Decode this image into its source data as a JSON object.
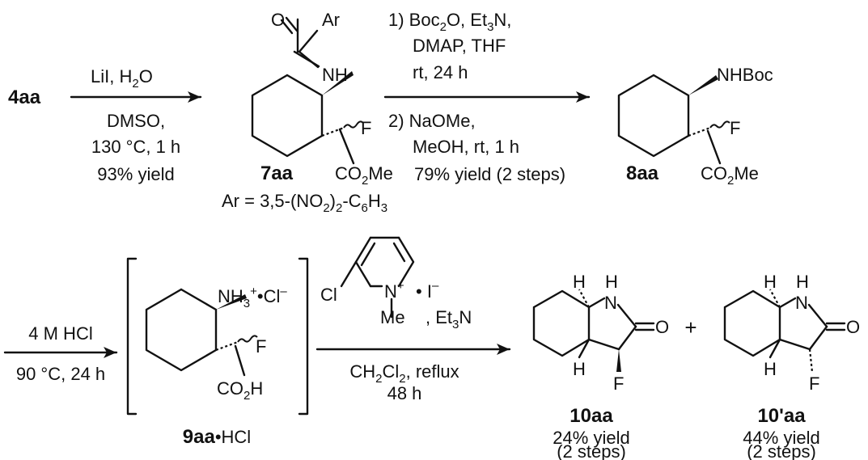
{
  "step1": {
    "start": "4aa",
    "above": [
      "LiI, H",
      "2",
      "O"
    ],
    "below": [
      "DMSO,",
      "130 °C, 1 h",
      "93% yield"
    ]
  },
  "cmpd7aa": {
    "label": "7aa",
    "atoms": {
      "O": "O",
      "Ar": "Ar",
      "NH": "NH",
      "F": "F",
      "CO2Me": [
        "CO",
        "2",
        "Me"
      ]
    },
    "ar_def": [
      "Ar = 3,5-(NO",
      "2",
      ")",
      "2",
      "-C",
      "6",
      "H",
      "3"
    ]
  },
  "step2": {
    "l1": [
      "1) Boc",
      "2",
      "O, Et",
      "3",
      "N,"
    ],
    "l2": "DMAP, THF",
    "l3": "rt, 24 h",
    "l4": "2) NaOMe,",
    "l5": "MeOH, rt, 1 h",
    "l6": "79% yield (2 steps)"
  },
  "cmpd8aa": {
    "label": "8aa",
    "atoms": {
      "NHBoc": "NHBoc",
      "F": "F",
      "CO2Me": [
        "CO",
        "2",
        "Me"
      ]
    }
  },
  "step3": {
    "above": "4 M HCl",
    "below": "90 °C, 24 h"
  },
  "cmpd9aa": {
    "label": [
      "9aa",
      "•HCl"
    ],
    "atoms": {
      "NH3Cl": [
        "NH",
        "3",
        "+",
        "•Cl",
        "–"
      ],
      "F": "F",
      "CO2H": [
        "CO",
        "2",
        "H"
      ]
    }
  },
  "step4": {
    "reagent": {
      "Cl": "Cl",
      "N": "N",
      "plus": "+",
      "iodide": "• I",
      "minus": "–",
      "Me": "Me",
      "et3n": [
        ", Et",
        "3",
        "N"
      ]
    },
    "below1": [
      "CH",
      "2",
      "Cl",
      "2",
      ", reflux"
    ],
    "below2": "48 h"
  },
  "plus_sign": "+",
  "cmpd10aa": {
    "label": "10aa",
    "yield": "24% yield",
    "steps": "(2 steps)",
    "atoms": {
      "H1": "H",
      "H2": "H",
      "NH_H": "H",
      "N": "N",
      "O": "O",
      "F": "F"
    }
  },
  "cmpd10paa": {
    "label": "10'aa",
    "yield": "44% yield",
    "steps": "(2 steps)",
    "atoms": {
      "H1": "H",
      "H2": "H",
      "NH_H": "H",
      "N": "N",
      "O": "O",
      "F": "F"
    }
  }
}
